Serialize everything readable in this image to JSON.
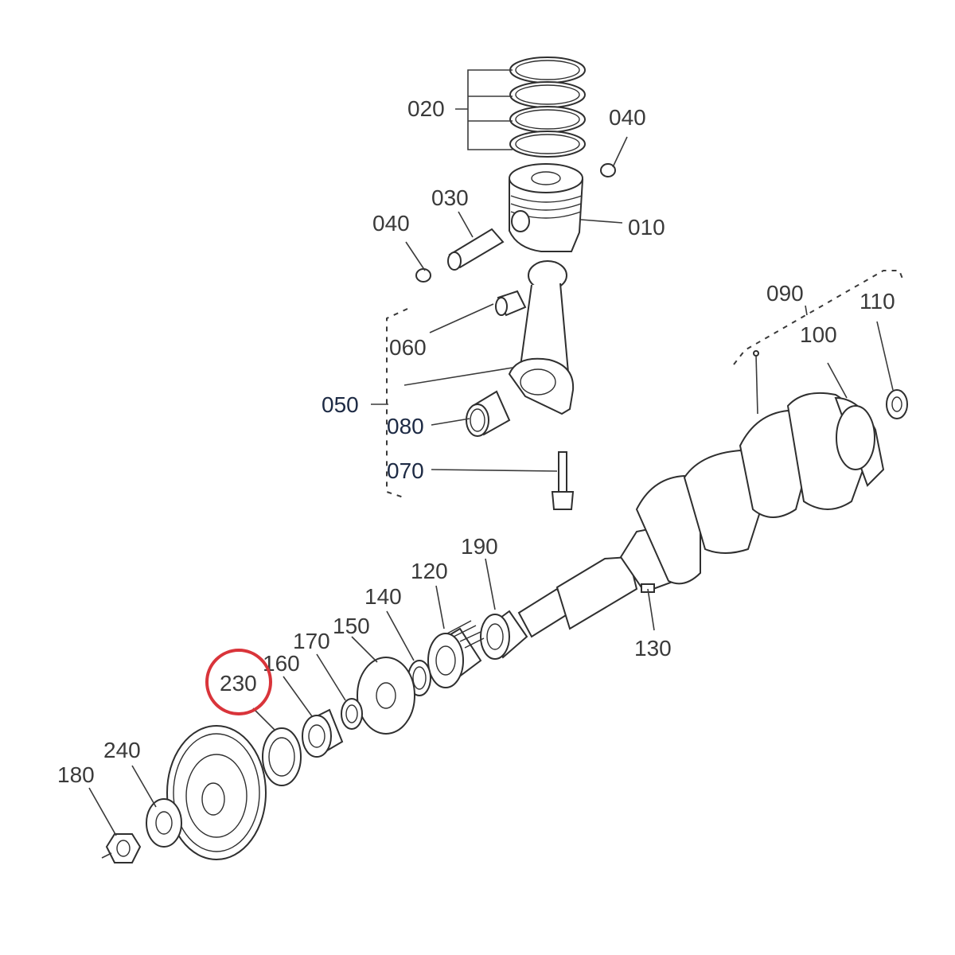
{
  "diagram": {
    "labels": {
      "p010": "010",
      "p020": "020",
      "p030": "030",
      "p040a": "040",
      "p040b": "040",
      "p050": "050",
      "p060": "060",
      "p070": "070",
      "p080": "080",
      "p090": "090",
      "p100": "100",
      "p110": "110",
      "p120": "120",
      "p130": "130",
      "p140": "140",
      "p150": "150",
      "p160": "160",
      "p170": "170",
      "p180": "180",
      "p190": "190",
      "p230": "230",
      "p240": "240"
    },
    "highlight_color": "#d9343a",
    "line_color": "#3a3a3a"
  }
}
